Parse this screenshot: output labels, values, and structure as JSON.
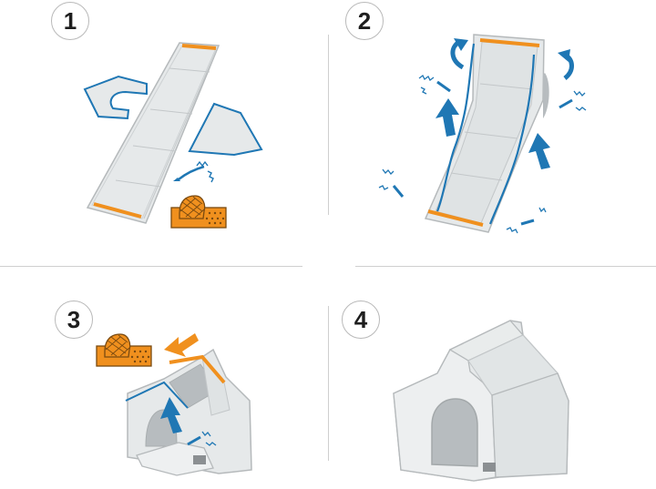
{
  "steps": [
    {
      "number": "1"
    },
    {
      "number": "2"
    },
    {
      "number": "3"
    },
    {
      "number": "4"
    }
  ],
  "colors": {
    "accent_blue": "#1f77b4",
    "accent_orange": "#f0901e",
    "panel_fill": "#e6e9ea",
    "panel_stroke": "#b5b9bb",
    "inner_shadow": "#b7bcbf"
  },
  "icons": [
    "zipper-icon",
    "arrow-up-icon",
    "curved-arrow-icon",
    "velcro-pad-icon",
    "arrow-diagonal-icon"
  ]
}
